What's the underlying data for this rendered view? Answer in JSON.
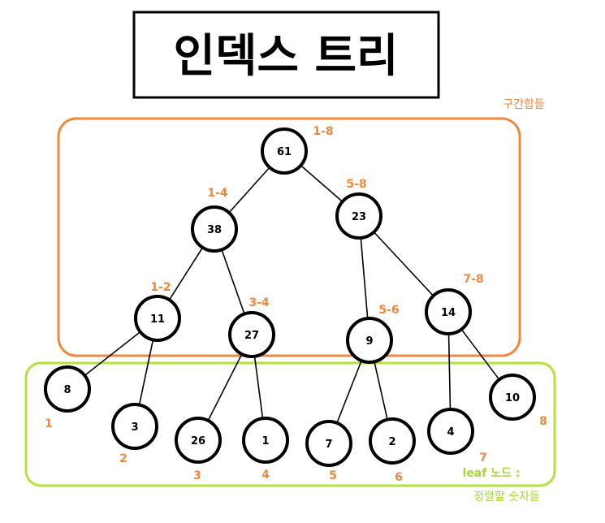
{
  "title": "인덱스 트리",
  "colors": {
    "range": "#f0883e",
    "orange_box": "#f0883e",
    "green_box": "#b5e23a",
    "leaf_note": "#a8d83a",
    "node_stroke": "#000000"
  },
  "groups": {
    "internal": {
      "label": "구간합들"
    },
    "leaf": {
      "label_line1": "leaf 노드 :",
      "label_line2": "정렬할 숫자들"
    }
  },
  "nodes": [
    {
      "id": "n1",
      "value": "61",
      "range": "1-8"
    },
    {
      "id": "n2",
      "value": "38",
      "range": "1-4"
    },
    {
      "id": "n3",
      "value": "23",
      "range": "5-8"
    },
    {
      "id": "n4",
      "value": "11",
      "range": "1-2"
    },
    {
      "id": "n5",
      "value": "27",
      "range": "3-4"
    },
    {
      "id": "n6",
      "value": "9",
      "range": "5-6"
    },
    {
      "id": "n7",
      "value": "14",
      "range": "7-8"
    },
    {
      "id": "n8",
      "value": "8",
      "range": "1"
    },
    {
      "id": "n9",
      "value": "3",
      "range": "2"
    },
    {
      "id": "n10",
      "value": "26",
      "range": "3"
    },
    {
      "id": "n11",
      "value": "1",
      "range": "4"
    },
    {
      "id": "n12",
      "value": "7",
      "range": "5"
    },
    {
      "id": "n13",
      "value": "2",
      "range": "6"
    },
    {
      "id": "n14",
      "value": "4",
      "range": "7"
    },
    {
      "id": "n15",
      "value": "10",
      "range": "8"
    }
  ],
  "edges": [
    [
      "n1",
      "n2"
    ],
    [
      "n1",
      "n3"
    ],
    [
      "n2",
      "n4"
    ],
    [
      "n2",
      "n5"
    ],
    [
      "n3",
      "n6"
    ],
    [
      "n3",
      "n7"
    ],
    [
      "n4",
      "n8"
    ],
    [
      "n4",
      "n9"
    ],
    [
      "n5",
      "n10"
    ],
    [
      "n5",
      "n11"
    ],
    [
      "n6",
      "n12"
    ],
    [
      "n6",
      "n13"
    ],
    [
      "n7",
      "n14"
    ],
    [
      "n7",
      "n15"
    ]
  ]
}
